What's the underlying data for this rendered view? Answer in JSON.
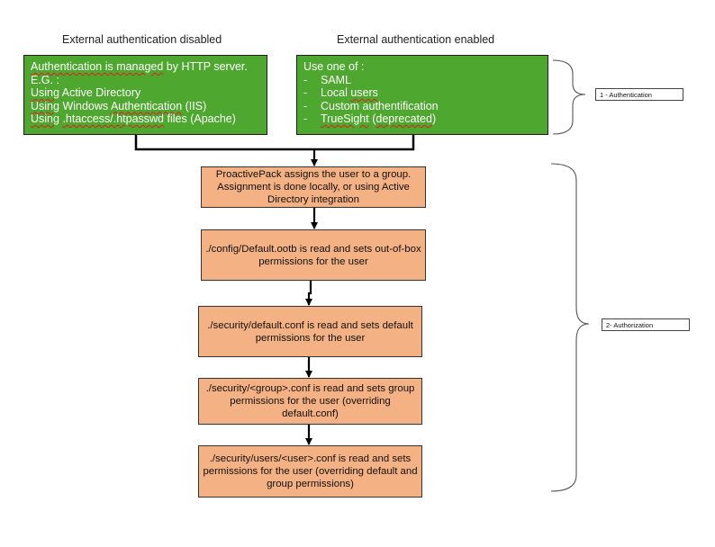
{
  "headings": {
    "left": "External authentication disabled",
    "right": "External authentication enabled"
  },
  "left_box": {
    "line1_a": "Authentication is managed",
    "line1_b": " by HTTP server.",
    "line2": "E.G. :",
    "line3_a": "Using",
    "line3_b": " Active Directory",
    "line4_a": "Using",
    "line4_b": " Windows ",
    "line4_c": "Authentication",
    "line4_d": " (IIS)",
    "line5_a": "Using",
    "line5_b": " ",
    "line5_c": ".htaccess/.htpasswd",
    "line5_d": " files (Apache)"
  },
  "right_box": {
    "intro": "Use one of :",
    "options": [
      {
        "dash": "-",
        "a": "SAML",
        "b": "",
        "c": ""
      },
      {
        "dash": "-",
        "a": "Local ",
        "b": "users",
        "c": ""
      },
      {
        "dash": "-",
        "a": "Custom authentification",
        "b": "",
        "c": ""
      },
      {
        "dash": "-",
        "a": "TrueSight",
        "b": " (",
        "c": "deprecated",
        "d": ")"
      }
    ]
  },
  "steps": [
    "ProactivePack assigns the user to a group. Assignment is done locally, or using Active Directory integration",
    "./config/Default.ootb is read and sets out-of-box permissions for the user",
    "./security/default.conf is read and sets default permissions for the user",
    "./security/<group>.conf is read and sets group permissions for the user (overriding default.conf)",
    "./security/users/<user>.conf is read and sets permissions for the user (overriding default and group permissions)"
  ],
  "phase_labels": {
    "authentication": "1 - Authentication",
    "authorization": "2- Authorization"
  },
  "colors": {
    "green_box": "#4ea72e",
    "orange_box": "#f4b183",
    "border": "#1f1f1f"
  }
}
